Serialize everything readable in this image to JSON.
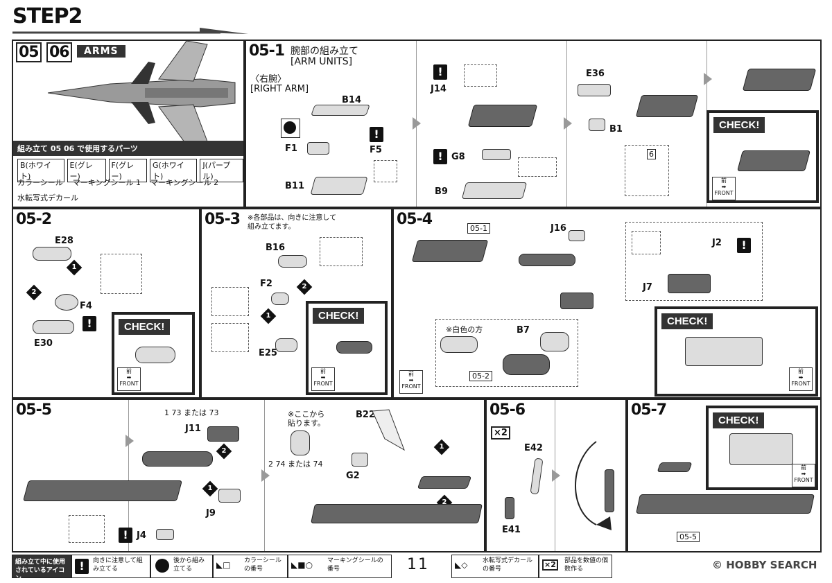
{
  "header": {
    "step": "STEP2"
  },
  "s0506": {
    "num_a": "05",
    "num_b": "06",
    "arms": "ARMS",
    "parts_title": "組み立て 05 06 で使用するパーツ",
    "parts": [
      "B(ホワイト)",
      "E(グレー)",
      "F(グレー)",
      "G(ホワイト)",
      "J(パープル)"
    ],
    "seals": [
      "カラーシール",
      "マーキングシール 1",
      "マーキングシール 2"
    ],
    "decal": "水転写式デカール"
  },
  "s051": {
    "num": "05-1",
    "title_jp": "腕部の組み立て",
    "title_en": "[ARM UNITS]",
    "sub_jp": "〈右腕〉",
    "sub_en": "[RIGHT ARM]",
    "labels": {
      "b14": "B14",
      "f1": "F1",
      "f5": "F5",
      "b11": "B11",
      "j14": "J14",
      "g8": "G8",
      "b9": "B9",
      "e36": "E36",
      "b1": "B1",
      "six": "6"
    },
    "check": "CHECK!",
    "front_jp": "前",
    "front_en": "FRONT"
  },
  "s052": {
    "num": "05-2",
    "labels": {
      "e28": "E28",
      "f4": "F4",
      "e30": "E30"
    },
    "check": "CHECK!",
    "front_jp": "前",
    "front_en": "FRONT"
  },
  "s053": {
    "num": "05-3",
    "note": "※各部品は、向きに注意して\n組み立てます。",
    "labels": {
      "b16": "B16",
      "f2": "F2",
      "e25": "E25"
    },
    "check": "CHECK!",
    "front_jp": "前",
    "front_en": "FRONT"
  },
  "s054": {
    "num": "05-4",
    "ref1": "05-1",
    "ref2": "05-2",
    "white": "※白色の方",
    "labels": {
      "j16": "J16",
      "j2": "J2",
      "j7": "J7",
      "b7": "B7"
    },
    "check": "CHECK!",
    "front_jp": "前",
    "front_en": "FRONT"
  },
  "s055": {
    "num": "05-5",
    "seal1": "1 73 または 73",
    "seal2": "2 74 または 74",
    "note": "※ここから\n貼ります。",
    "labels": {
      "j11": "J11",
      "j9": "J9",
      "j4": "J4",
      "b22": "B22",
      "g2": "G2"
    }
  },
  "s056": {
    "num": "05-6",
    "times": "×2",
    "labels": {
      "e42": "E42",
      "e41": "E41"
    }
  },
  "s057": {
    "num": "05-7",
    "ref": "05-5",
    "check": "CHECK!",
    "front_jp": "前",
    "front_en": "FRONT"
  },
  "footer": {
    "legend_title": "組み立て中に使用されているアイコン",
    "items": [
      "向きに注意して組み立てる",
      "後から組み立てる",
      "カラーシールの番号",
      "マーキングシールの番号",
      "水転写式デカールの番号",
      "部品を数値の個数作る"
    ],
    "page": "11",
    "watermark": "© HOBBY SEARCH"
  }
}
